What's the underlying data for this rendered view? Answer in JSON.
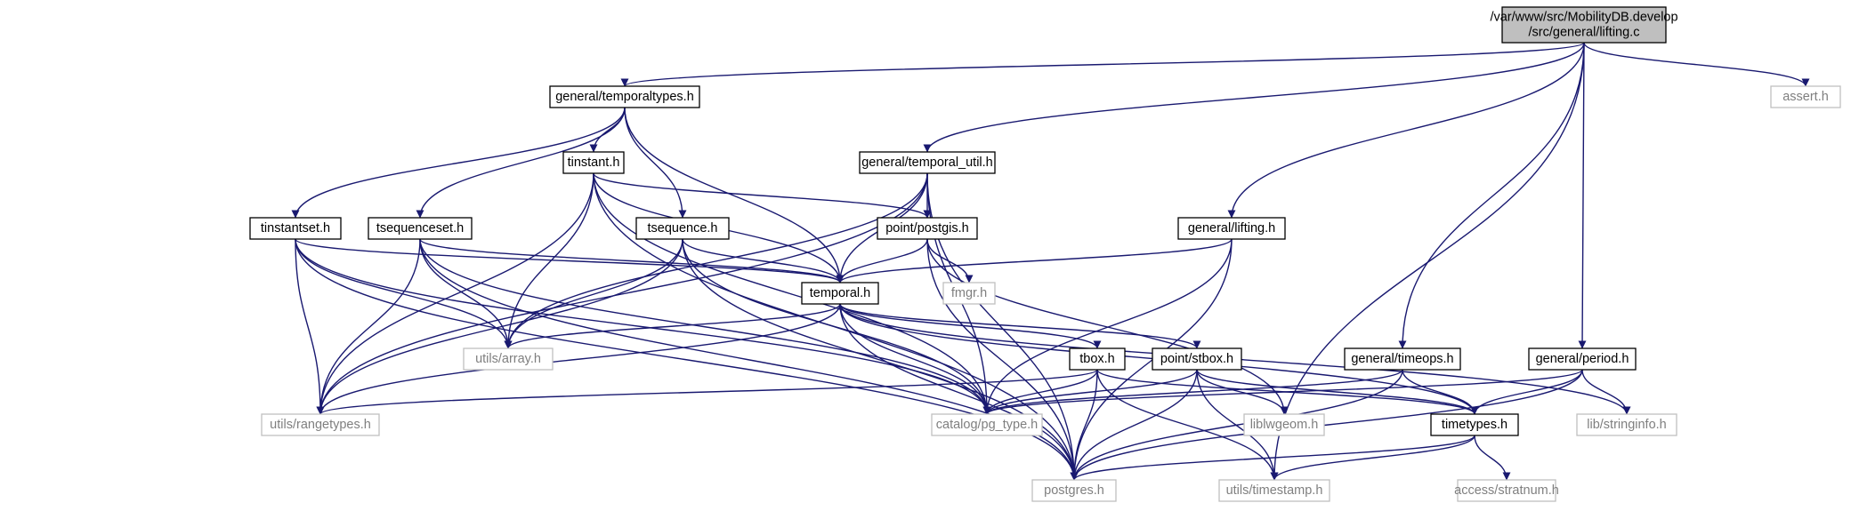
{
  "colors": {
    "edge": "#191970",
    "root_fill": "#bfbfbf",
    "node_border": "#000000",
    "ext_border": "#bfbfbf",
    "ext_text": "#7f7f7f"
  },
  "nodes": [
    {
      "id": "lifting_c",
      "lines": [
        "/var/www/src/MobilityDB.develop",
        "/src/general/lifting.c"
      ],
      "kind": "root"
    },
    {
      "id": "temporaltypes",
      "lines": [
        "general/temporaltypes.h"
      ],
      "kind": "doc"
    },
    {
      "id": "assert",
      "lines": [
        "assert.h"
      ],
      "kind": "ext"
    },
    {
      "id": "tinstant",
      "lines": [
        "tinstant.h"
      ],
      "kind": "doc"
    },
    {
      "id": "temporal_util",
      "lines": [
        "general/temporal_util.h"
      ],
      "kind": "doc"
    },
    {
      "id": "tinstantset",
      "lines": [
        "tinstantset.h"
      ],
      "kind": "doc"
    },
    {
      "id": "tsequenceset",
      "lines": [
        "tsequenceset.h"
      ],
      "kind": "doc"
    },
    {
      "id": "tsequence",
      "lines": [
        "tsequence.h"
      ],
      "kind": "doc"
    },
    {
      "id": "postgis",
      "lines": [
        "point/postgis.h"
      ],
      "kind": "doc"
    },
    {
      "id": "lifting_h",
      "lines": [
        "general/lifting.h"
      ],
      "kind": "doc"
    },
    {
      "id": "fmgr",
      "lines": [
        "fmgr.h"
      ],
      "kind": "ext"
    },
    {
      "id": "temporal",
      "lines": [
        "temporal.h"
      ],
      "kind": "doc"
    },
    {
      "id": "array",
      "lines": [
        "utils/array.h"
      ],
      "kind": "ext"
    },
    {
      "id": "tbox",
      "lines": [
        "tbox.h"
      ],
      "kind": "doc"
    },
    {
      "id": "stbox",
      "lines": [
        "point/stbox.h"
      ],
      "kind": "doc"
    },
    {
      "id": "timeops",
      "lines": [
        "general/timeops.h"
      ],
      "kind": "doc"
    },
    {
      "id": "period",
      "lines": [
        "general/period.h"
      ],
      "kind": "doc"
    },
    {
      "id": "rangetypes",
      "lines": [
        "utils/rangetypes.h"
      ],
      "kind": "ext"
    },
    {
      "id": "pg_type",
      "lines": [
        "catalog/pg_type.h"
      ],
      "kind": "ext"
    },
    {
      "id": "liblwgeom",
      "lines": [
        "liblwgeom.h"
      ],
      "kind": "ext"
    },
    {
      "id": "timetypes",
      "lines": [
        "timetypes.h"
      ],
      "kind": "doc"
    },
    {
      "id": "stringinfo",
      "lines": [
        "lib/stringinfo.h"
      ],
      "kind": "ext"
    },
    {
      "id": "postgres",
      "lines": [
        "postgres.h"
      ],
      "kind": "ext"
    },
    {
      "id": "timestamp",
      "lines": [
        "utils/timestamp.h"
      ],
      "kind": "ext"
    },
    {
      "id": "stratnum",
      "lines": [
        "access/stratnum.h"
      ],
      "kind": "ext"
    }
  ],
  "edges": [
    [
      "lifting_c",
      "temporaltypes"
    ],
    [
      "lifting_c",
      "temporal_util"
    ],
    [
      "lifting_c",
      "lifting_h"
    ],
    [
      "lifting_c",
      "assert"
    ],
    [
      "lifting_c",
      "timeops"
    ],
    [
      "lifting_c",
      "period"
    ],
    [
      "lifting_c",
      "timestamp"
    ],
    [
      "temporaltypes",
      "tinstant"
    ],
    [
      "temporaltypes",
      "tinstantset"
    ],
    [
      "temporaltypes",
      "tsequenceset"
    ],
    [
      "temporaltypes",
      "tsequence"
    ],
    [
      "temporaltypes",
      "temporal"
    ],
    [
      "tinstant",
      "postgres"
    ],
    [
      "tinstant",
      "rangetypes"
    ],
    [
      "tinstant",
      "array"
    ],
    [
      "tinstant",
      "temporal"
    ],
    [
      "tinstant",
      "pg_type"
    ],
    [
      "tinstant",
      "postgis"
    ],
    [
      "temporal_util",
      "array"
    ],
    [
      "temporal_util",
      "rangetypes"
    ],
    [
      "temporal_util",
      "postgis"
    ],
    [
      "temporal_util",
      "temporal"
    ],
    [
      "temporal_util",
      "pg_type"
    ],
    [
      "temporal_util",
      "postgres"
    ],
    [
      "tinstantset",
      "array"
    ],
    [
      "tinstantset",
      "rangetypes"
    ],
    [
      "tinstantset",
      "postgres"
    ],
    [
      "tinstantset",
      "pg_type"
    ],
    [
      "tinstantset",
      "temporal"
    ],
    [
      "tsequenceset",
      "array"
    ],
    [
      "tsequenceset",
      "rangetypes"
    ],
    [
      "tsequenceset",
      "postgres"
    ],
    [
      "tsequenceset",
      "pg_type"
    ],
    [
      "tsequenceset",
      "temporal"
    ],
    [
      "tsequence",
      "array"
    ],
    [
      "tsequence",
      "rangetypes"
    ],
    [
      "tsequence",
      "postgres"
    ],
    [
      "tsequence",
      "pg_type"
    ],
    [
      "tsequence",
      "temporal"
    ],
    [
      "postgis",
      "fmgr"
    ],
    [
      "postgis",
      "temporal"
    ],
    [
      "postgis",
      "liblwgeom"
    ],
    [
      "postgis",
      "postgres"
    ],
    [
      "lifting_h",
      "temporal"
    ],
    [
      "lifting_h",
      "pg_type"
    ],
    [
      "lifting_h",
      "postgres"
    ],
    [
      "temporal",
      "array"
    ],
    [
      "temporal",
      "rangetypes"
    ],
    [
      "temporal",
      "pg_type"
    ],
    [
      "temporal",
      "postgres"
    ],
    [
      "temporal",
      "tbox"
    ],
    [
      "temporal",
      "stbox"
    ],
    [
      "temporal",
      "timetypes"
    ],
    [
      "temporal",
      "stringinfo"
    ],
    [
      "tbox",
      "rangetypes"
    ],
    [
      "tbox",
      "pg_type"
    ],
    [
      "tbox",
      "postgres"
    ],
    [
      "tbox",
      "timetypes"
    ],
    [
      "tbox",
      "timestamp"
    ],
    [
      "stbox",
      "pg_type"
    ],
    [
      "stbox",
      "liblwgeom"
    ],
    [
      "stbox",
      "postgres"
    ],
    [
      "stbox",
      "timetypes"
    ],
    [
      "stbox",
      "timestamp"
    ],
    [
      "timeops",
      "pg_type"
    ],
    [
      "timeops",
      "timetypes"
    ],
    [
      "timeops",
      "postgres"
    ],
    [
      "period",
      "pg_type"
    ],
    [
      "period",
      "timetypes"
    ],
    [
      "period",
      "stringinfo"
    ],
    [
      "period",
      "postgres"
    ],
    [
      "timetypes",
      "postgres"
    ],
    [
      "timetypes",
      "timestamp"
    ],
    [
      "timetypes",
      "stratnum"
    ]
  ]
}
